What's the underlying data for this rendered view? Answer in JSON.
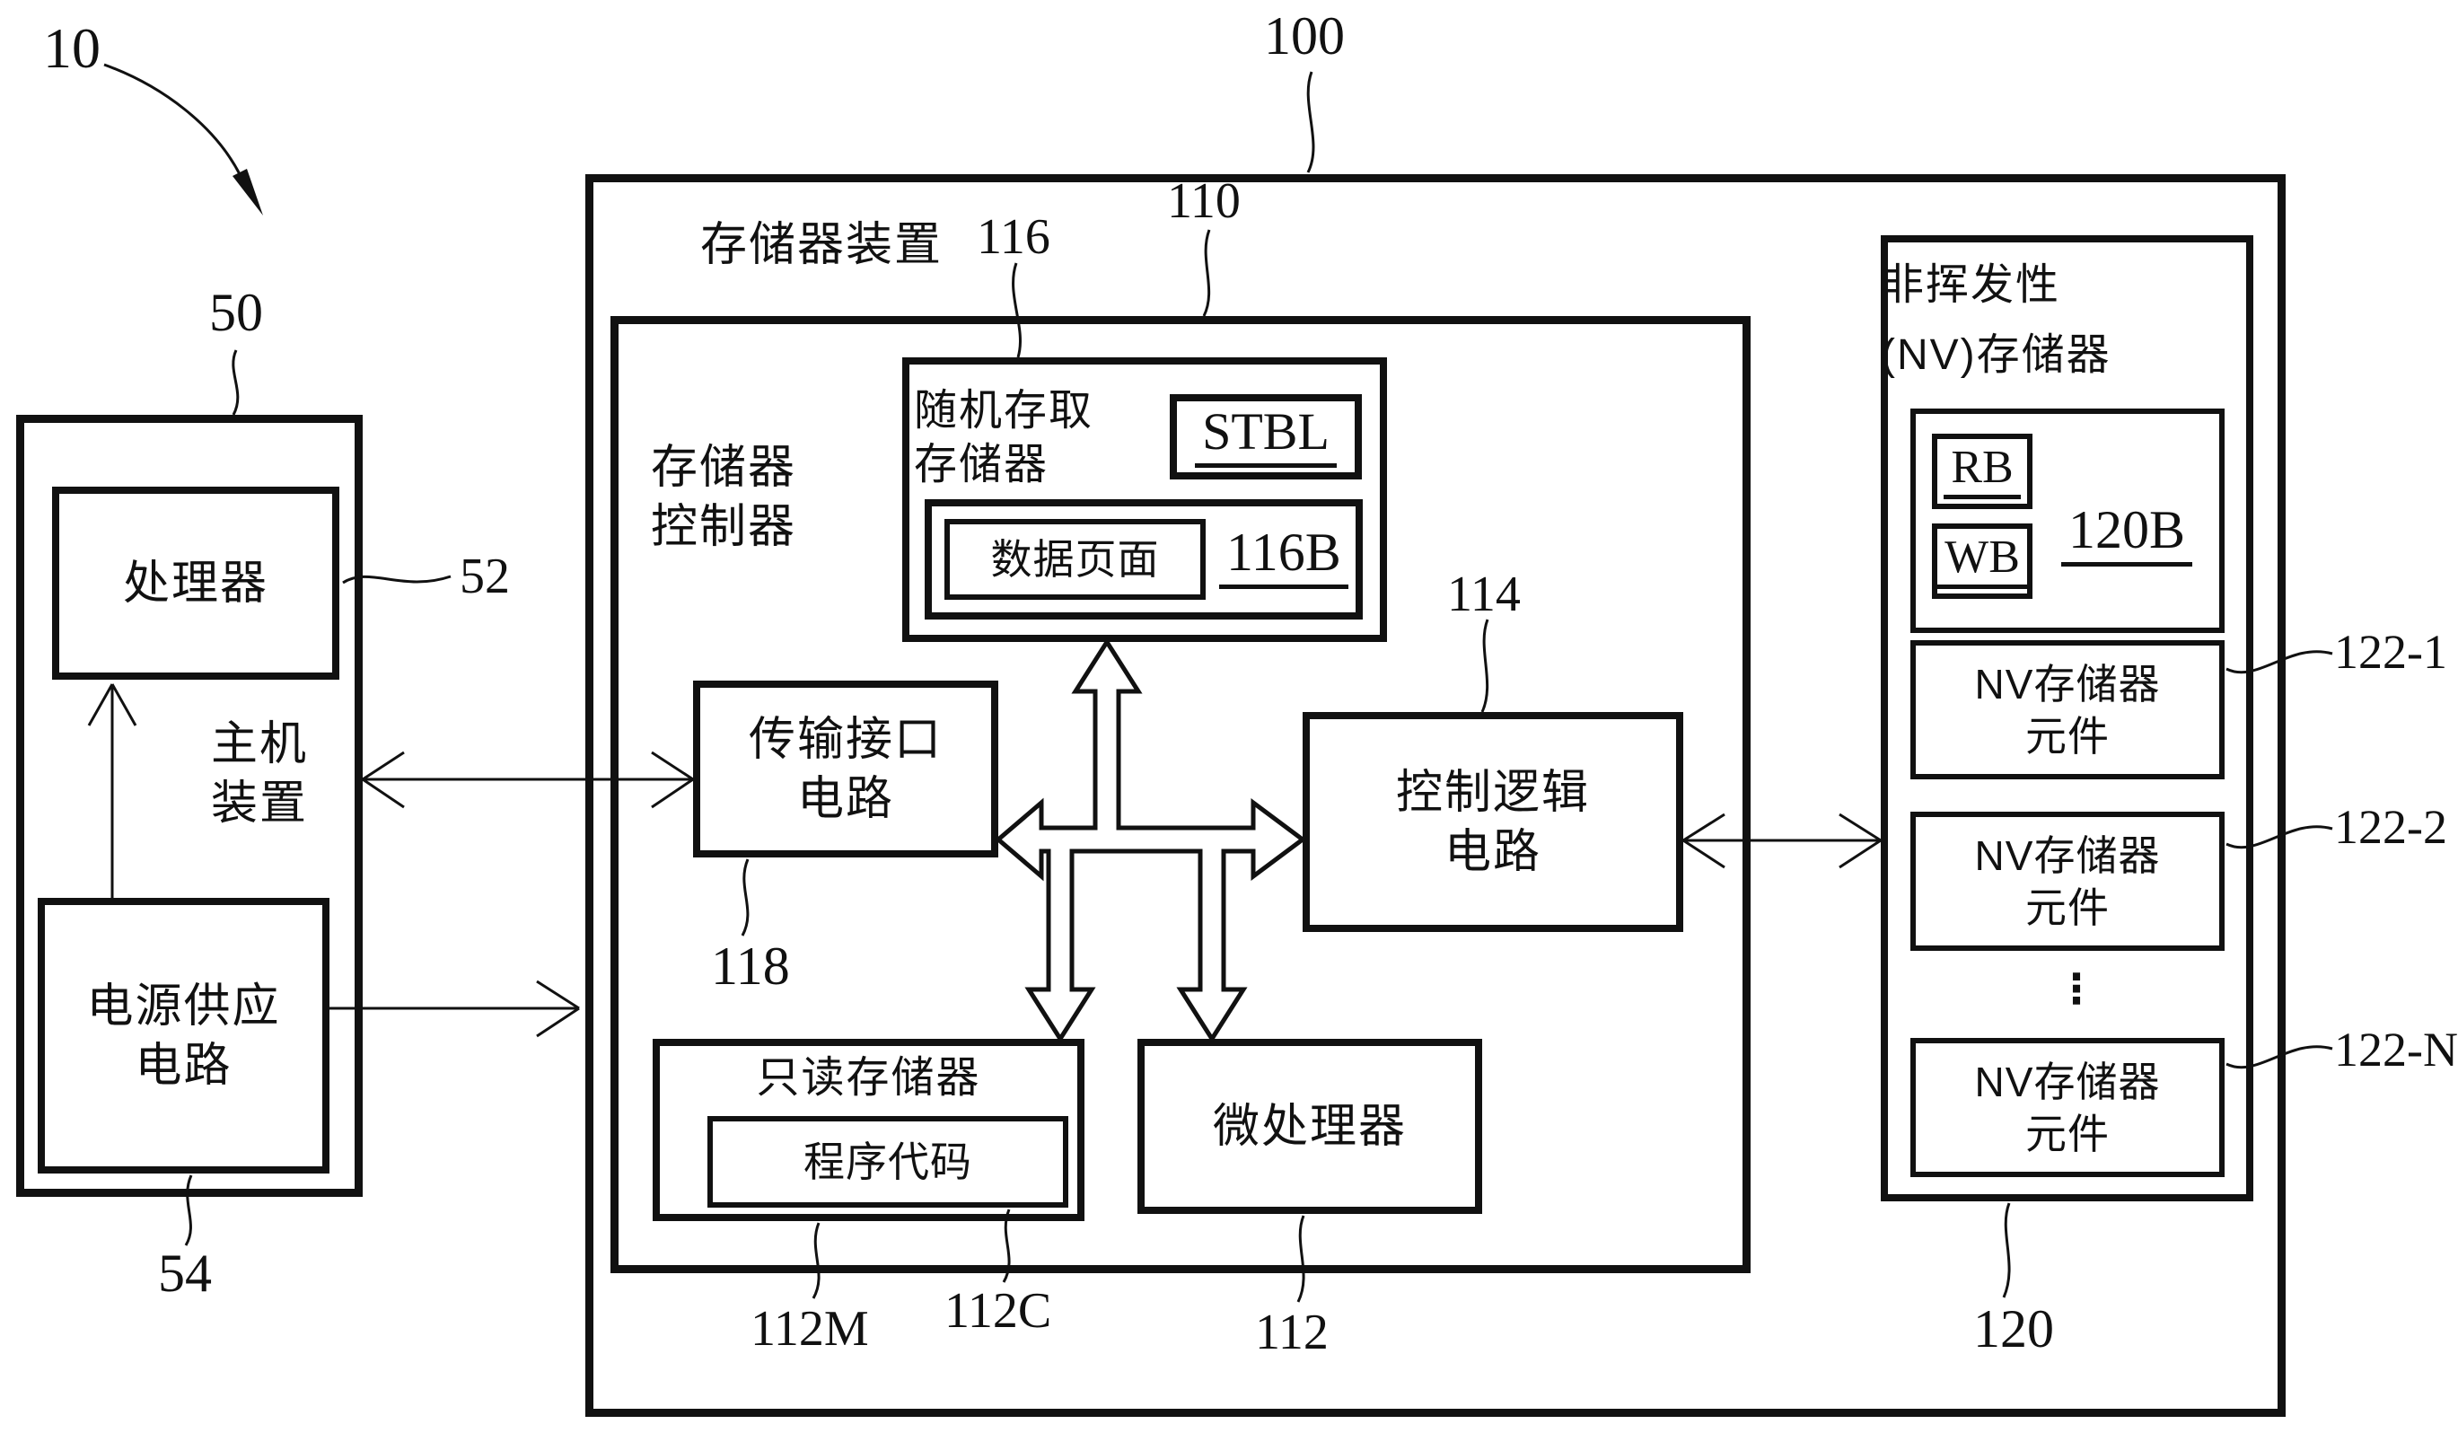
{
  "figure": {
    "title_refs": {
      "fig_ref": "10",
      "host_ref": "50",
      "processor_ref": "52",
      "power_ref": "54",
      "memory_device_ref": "100",
      "controller_ref": "110",
      "microprocessor_ref": "112",
      "program_code_ref": "112C",
      "rom_ref": "112M",
      "control_logic_ref": "114",
      "ram_ref": "116",
      "ram_buffer_ref": "116B",
      "transmission_ref": "118",
      "nv_memory_ref": "120",
      "nv_buffer_ref": "120B",
      "nv_element1_ref": "122-1",
      "nv_element2_ref": "122-2",
      "nv_elementN_ref": "122-N",
      "ellipsis": "⋮"
    },
    "boxes": {
      "host_device": {
        "line1": "主机",
        "line2": "装置"
      },
      "processor": {
        "label": "处理器"
      },
      "power_supply": {
        "line1": "电源供应",
        "line2": "电路"
      },
      "memory_device": {
        "label": "存储器装置"
      },
      "memory_controller": {
        "line1": "存储器",
        "line2": "控制器"
      },
      "ram": {
        "line1": "随机存取",
        "line2": "存储器"
      },
      "stbl": {
        "label": "STBL"
      },
      "data_page": {
        "label": "数据页面"
      },
      "transmission_interface": {
        "line1": "传输接口",
        "line2": "电路"
      },
      "control_logic": {
        "line1": "控制逻辑",
        "line2": "电路"
      },
      "rom": {
        "label": "只读存储器"
      },
      "program_code": {
        "label": "程序代码"
      },
      "microprocessor": {
        "label": "微处理器"
      },
      "nv_memory": {
        "line1": "非挥发性",
        "line2": "(NV)存储器"
      },
      "rb": {
        "label": "RB"
      },
      "wb": {
        "label": "WB"
      },
      "nv_element": {
        "line1": "NV存储器",
        "line2": "元件"
      }
    }
  }
}
